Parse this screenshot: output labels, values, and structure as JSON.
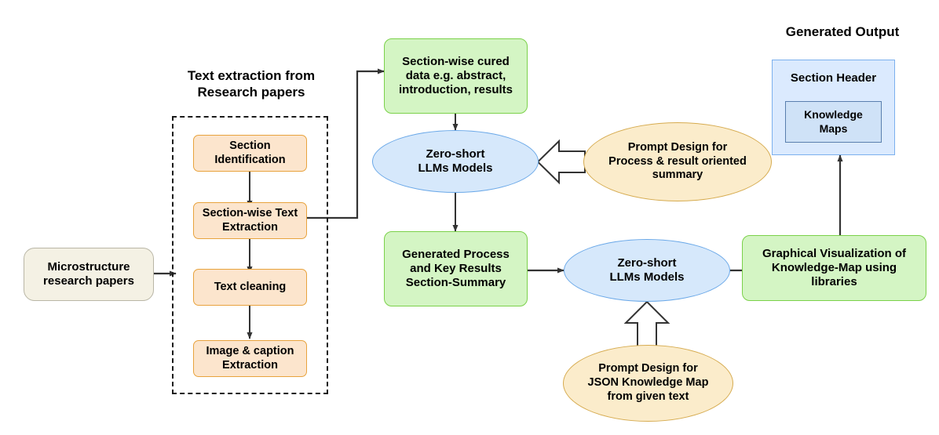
{
  "diagram": {
    "title_labels": [
      {
        "id": "text-extraction-title",
        "text": "Text extraction from\nResearch papers"
      },
      {
        "id": "generated-output-title",
        "text": "Generated Output"
      }
    ],
    "nodes": {
      "source": {
        "label": "Microstructure\nresearch papers",
        "shape": "rounded-rect",
        "fill": "#f4f1e4",
        "stroke": "#b9b6a6"
      },
      "section_identification": {
        "label": "Section\nIdentification",
        "shape": "rect",
        "fill": "#fce5cd",
        "stroke": "#e8a33d"
      },
      "section_wise_text_extraction": {
        "label": "Section-wise Text\nExtraction",
        "shape": "rect",
        "fill": "#fce5cd",
        "stroke": "#e8a33d"
      },
      "text_cleaning": {
        "label": "Text cleaning",
        "shape": "rect",
        "fill": "#fce5cd",
        "stroke": "#e8a33d"
      },
      "image_caption_extraction": {
        "label": "Image & caption\nExtraction",
        "shape": "rect",
        "fill": "#fce5cd",
        "stroke": "#e8a33d"
      },
      "section_wise_cured_data": {
        "label": "Section-wise cured\ndata  e.g. abstract,\nintroduction, results",
        "shape": "rect",
        "fill": "#d4f5c4",
        "stroke": "#7bd14a"
      },
      "llm_top": {
        "label": "Zero-short\nLLMs Models",
        "shape": "ellipse",
        "fill": "#d6e8fb",
        "stroke": "#6aa8e8"
      },
      "prompt_summary": {
        "label": "Prompt Design for\nProcess & result oriented\nsummary",
        "shape": "ellipse",
        "fill": "#fbeccb",
        "stroke": "#d6ab4f"
      },
      "generated_summary": {
        "label": "Generated Process\nand Key Results\nSection-Summary",
        "shape": "rect",
        "fill": "#d4f5c4",
        "stroke": "#7bd14a"
      },
      "llm_bottom": {
        "label": "Zero-short\nLLMs Models",
        "shape": "ellipse",
        "fill": "#d6e8fb",
        "stroke": "#6aa8e8"
      },
      "prompt_json_map": {
        "label": "Prompt Design for\nJSON Knowledge Map\nfrom given text",
        "shape": "ellipse",
        "fill": "#fbeccb",
        "stroke": "#d6ab4f"
      },
      "graphical_visualization": {
        "label": "Graphical Visualization of\nKnowledge-Map using\nlibraries",
        "shape": "rect",
        "fill": "#d4f5c4",
        "stroke": "#7bd14a"
      },
      "output_section_header": {
        "label": "Section Header",
        "shape": "rect",
        "fill": "#dbeafe",
        "stroke": "#7cb0ee"
      },
      "output_knowledge_maps": {
        "label": "Knowledge\nMaps",
        "shape": "rect",
        "fill": "#cfe2f7",
        "stroke": "#5a7fae"
      }
    },
    "group_box": {
      "name": "text-extraction-group",
      "style": "dashed",
      "stroke": "#1a1a1a"
    },
    "edge_color": "#333333",
    "hollow_arrow_fill": "#ffffff",
    "hollow_arrow_stroke": "#333333"
  }
}
